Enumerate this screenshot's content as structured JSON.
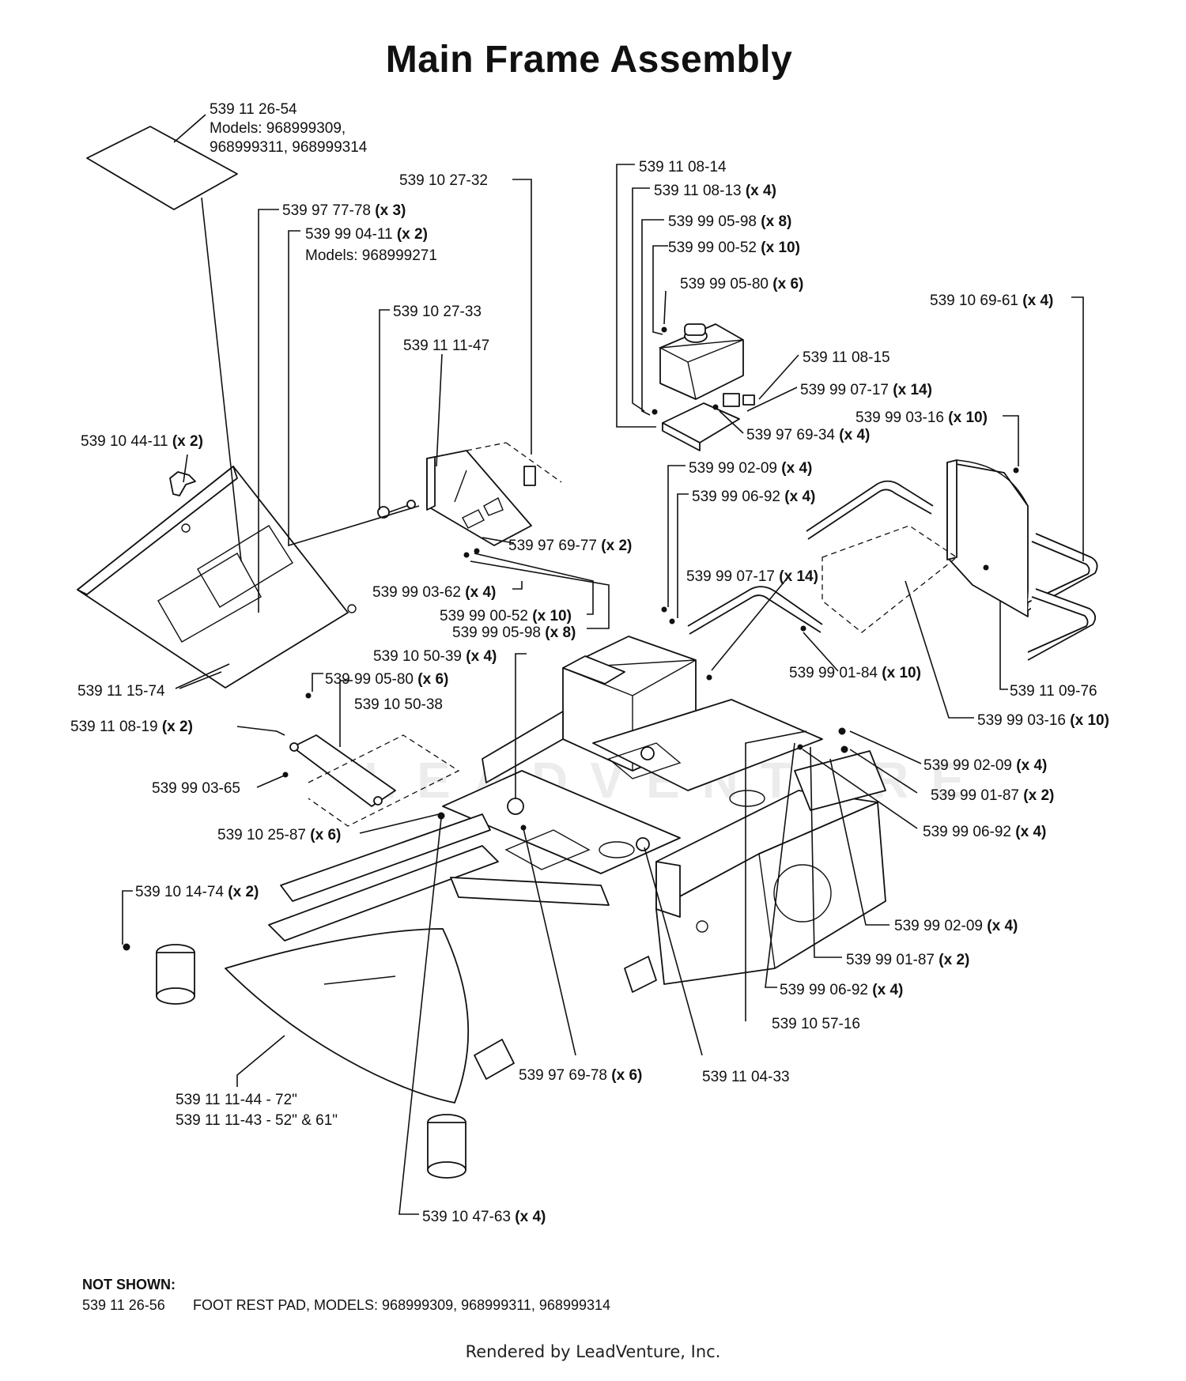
{
  "title": "Main Frame Assembly",
  "watermark": "LEADVENTURE",
  "labels": [
    {
      "id": "l1",
      "part": "539 11 26-54",
      "qty": ""
    },
    {
      "id": "l1b",
      "part": "Models: 968999309,",
      "qty": ""
    },
    {
      "id": "l1c",
      "part": "968999311, 968999314",
      "qty": ""
    },
    {
      "id": "l2",
      "part": "539 10 27-32",
      "qty": ""
    },
    {
      "id": "l3",
      "part": "539 97 77-78",
      "qty": "(x 3)"
    },
    {
      "id": "l4",
      "part": "539 99 04-11",
      "qty": "(x 2)"
    },
    {
      "id": "l4b",
      "part": "Models: 968999271",
      "qty": ""
    },
    {
      "id": "l5",
      "part": "539 10 27-33",
      "qty": ""
    },
    {
      "id": "l6",
      "part": "539 11 11-47",
      "qty": ""
    },
    {
      "id": "l7",
      "part": "539 10 44-11",
      "qty": "(x 2)"
    },
    {
      "id": "l8",
      "part": "539 11 08-14",
      "qty": ""
    },
    {
      "id": "l9",
      "part": "539 11 08-13",
      "qty": "(x 4)"
    },
    {
      "id": "l10",
      "part": "539 99 05-98",
      "qty": "(x 8)"
    },
    {
      "id": "l11",
      "part": "539 99 00-52",
      "qty": "(x 10)"
    },
    {
      "id": "l12",
      "part": "539 99 05-80",
      "qty": "(x 6)"
    },
    {
      "id": "l13",
      "part": "539 10 69-61",
      "qty": "(x 4)"
    },
    {
      "id": "l14",
      "part": "539 11 08-15",
      "qty": ""
    },
    {
      "id": "l15",
      "part": "539 99 07-17",
      "qty": "(x 14)"
    },
    {
      "id": "l16",
      "part": "539 99 03-16",
      "qty": "(x 10)"
    },
    {
      "id": "l17",
      "part": "539 97 69-34",
      "qty": "(x 4)"
    },
    {
      "id": "l18",
      "part": "539 99 02-09",
      "qty": "(x 4)"
    },
    {
      "id": "l19",
      "part": "539 99 06-92",
      "qty": "(x 4)"
    },
    {
      "id": "l20",
      "part": "539 97 69-77",
      "qty": "(x 2)"
    },
    {
      "id": "l21",
      "part": "539 99 07-17",
      "qty": "(x 14)"
    },
    {
      "id": "l22",
      "part": "539 99 03-62",
      "qty": "(x 4)"
    },
    {
      "id": "l23",
      "part": "539 99 00-52",
      "qty": "(x 10)"
    },
    {
      "id": "l24",
      "part": "539 99 05-98",
      "qty": "(x 8)"
    },
    {
      "id": "l25",
      "part": "539 10 50-39",
      "qty": "(x 4)"
    },
    {
      "id": "l26",
      "part": "539 99 01-84",
      "qty": "(x 10)"
    },
    {
      "id": "l27",
      "part": "539 11 15-74",
      "qty": ""
    },
    {
      "id": "l28",
      "part": "539 99 05-80",
      "qty": "(x 6)"
    },
    {
      "id": "l29",
      "part": "539 10 50-38",
      "qty": ""
    },
    {
      "id": "l30",
      "part": "539 11 09-76",
      "qty": ""
    },
    {
      "id": "l31",
      "part": "539 99 03-16",
      "qty": "(x 10)"
    },
    {
      "id": "l32",
      "part": "539 11 08-19",
      "qty": "(x 2)"
    },
    {
      "id": "l33",
      "part": "539 99 02-09",
      "qty": "(x 4)"
    },
    {
      "id": "l34",
      "part": "539 99 03-65",
      "qty": ""
    },
    {
      "id": "l35",
      "part": "539 99 01-87",
      "qty": "(x 2)"
    },
    {
      "id": "l36",
      "part": "539 99 06-92",
      "qty": "(x 4)"
    },
    {
      "id": "l37",
      "part": "539 10 25-87",
      "qty": "(x 6)"
    },
    {
      "id": "l38",
      "part": "539 10 14-74",
      "qty": "(x 2)"
    },
    {
      "id": "l39",
      "part": "539 99 02-09",
      "qty": "(x 4)"
    },
    {
      "id": "l40",
      "part": "539 99 01-87",
      "qty": "(x 2)"
    },
    {
      "id": "l41",
      "part": "539 99 06-92",
      "qty": "(x 4)"
    },
    {
      "id": "l42",
      "part": "539 10 57-16",
      "qty": ""
    },
    {
      "id": "l43",
      "part": "539 97 69-78",
      "qty": "(x 6)"
    },
    {
      "id": "l44",
      "part": "539 11 04-33",
      "qty": ""
    },
    {
      "id": "l45",
      "part": "539 11 11-44 - 72\"",
      "qty": ""
    },
    {
      "id": "l45b",
      "part": "539 11 11-43 - 52\" & 61\"",
      "qty": ""
    },
    {
      "id": "l46",
      "part": "539 10 47-63",
      "qty": "(x 4)"
    }
  ],
  "not_shown": {
    "heading": "NOT SHOWN:",
    "part": "539 11 26-56",
    "description": "FOOT REST PAD, MODELS: 968999309, 968999311, 968999314"
  },
  "footer": "Rendered by LeadVenture, Inc."
}
